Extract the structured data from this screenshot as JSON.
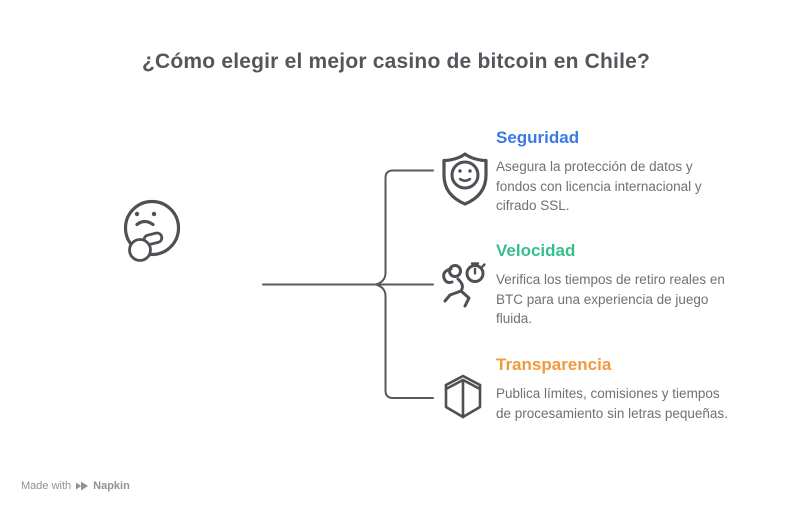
{
  "page": {
    "title": "¿Cómo elegir el mejor casino de bitcoin en Chile?"
  },
  "colors": {
    "title_text": "#53575c",
    "body_text": "#6c7177",
    "line": "#56595e",
    "icon": "#4d5156",
    "footer_text": "#8e9297"
  },
  "central_icon": "thinking-face-icon",
  "branches": [
    {
      "id": "seguridad",
      "icon": "shield-smiley-icon",
      "title": "Seguridad",
      "accent": "#3b79e8",
      "description": "Asegura la protección de datos y fondos con licencia internacional y cifrado SSL."
    },
    {
      "id": "velocidad",
      "icon": "runner-stopwatch-icon",
      "title": "Velocidad",
      "accent": "#36bf8b",
      "description": "Verifica los tiempos de retiro reales en BTC para una experiencia de juego fluida."
    },
    {
      "id": "transparencia",
      "icon": "open-book-icon",
      "title": "Transparencia",
      "accent": "#f0993d",
      "description": "Publica límites, comisiones y tiempos de procesamiento sin letras pequeñas."
    }
  ],
  "footer": {
    "made_with": "Made with",
    "brand": "Napkin",
    "logo": "napkin-logo-icon"
  }
}
